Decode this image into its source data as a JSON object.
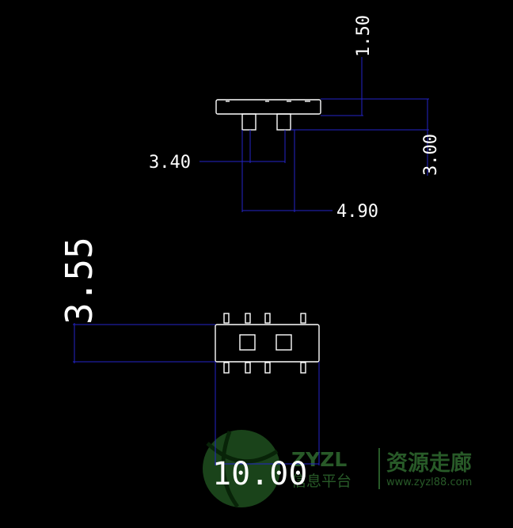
{
  "drawing": {
    "dimensions": {
      "d150": "1.50",
      "d300": "3.00",
      "d340": "3.40",
      "d490": "4.90",
      "d355": "3.55",
      "d1000": "10.00"
    }
  },
  "watermark": {
    "brand": "ZYZL",
    "brand_sub": "信息平台",
    "cn_title": "资源走廊",
    "url": "www.zyzl88.com"
  },
  "colors": {
    "background": "#000000",
    "outline": "#ffffff",
    "dimension_line": "#2323c8",
    "watermark": "#2f6a2f"
  }
}
